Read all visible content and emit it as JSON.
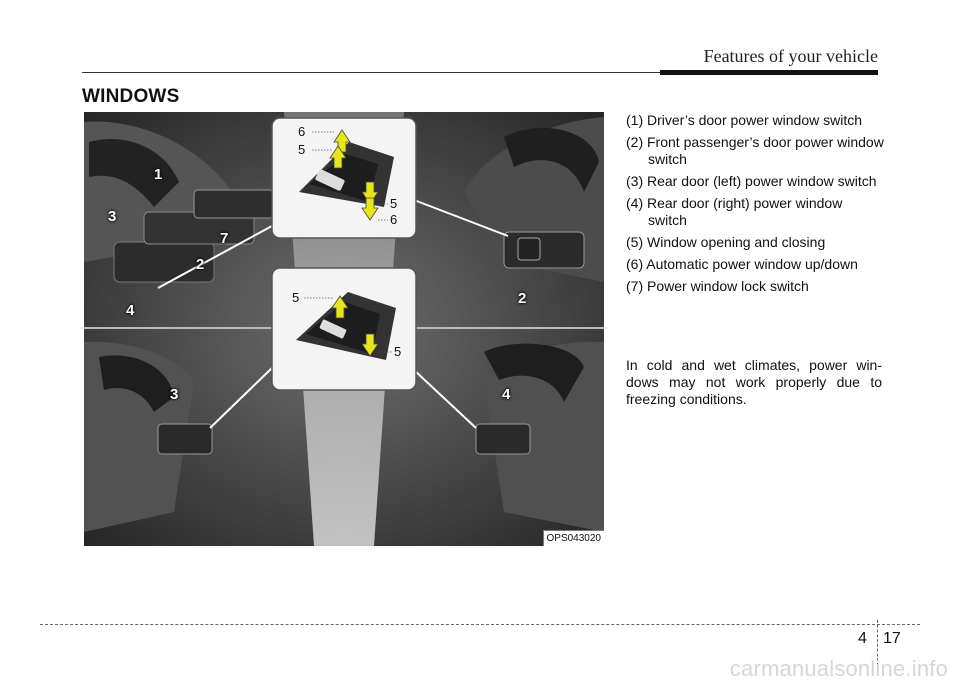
{
  "header": {
    "title": "Features of your vehicle"
  },
  "section": {
    "title": "WINDOWS"
  },
  "figure": {
    "code": "OPS043020",
    "callouts_main": [
      "1",
      "2",
      "3",
      "4",
      "7",
      "2",
      "3",
      "4"
    ],
    "callouts_zoom_top": [
      "6",
      "5",
      "5",
      "6"
    ],
    "callouts_zoom_bottom": [
      "5",
      "5"
    ]
  },
  "items": [
    "(1) Driver’s door power window switch",
    "(2) Front passenger’s door power window switch",
    "(3) Rear door (left) power window switch",
    "(4) Rear door (right) power window switch",
    "(5) Window opening and closing",
    "(6) Automatic power window up/down",
    "(7) Power window lock switch"
  ],
  "note": "In cold and wet climates, power win-dows may not work properly due to freezing conditions.",
  "footer": {
    "chapter": "4",
    "page": "17"
  },
  "watermark": "carmanualsonline.info",
  "colors": {
    "figure_bg": "#3a3a3a",
    "arrow": "#e8e61a",
    "ink": "#111111"
  }
}
